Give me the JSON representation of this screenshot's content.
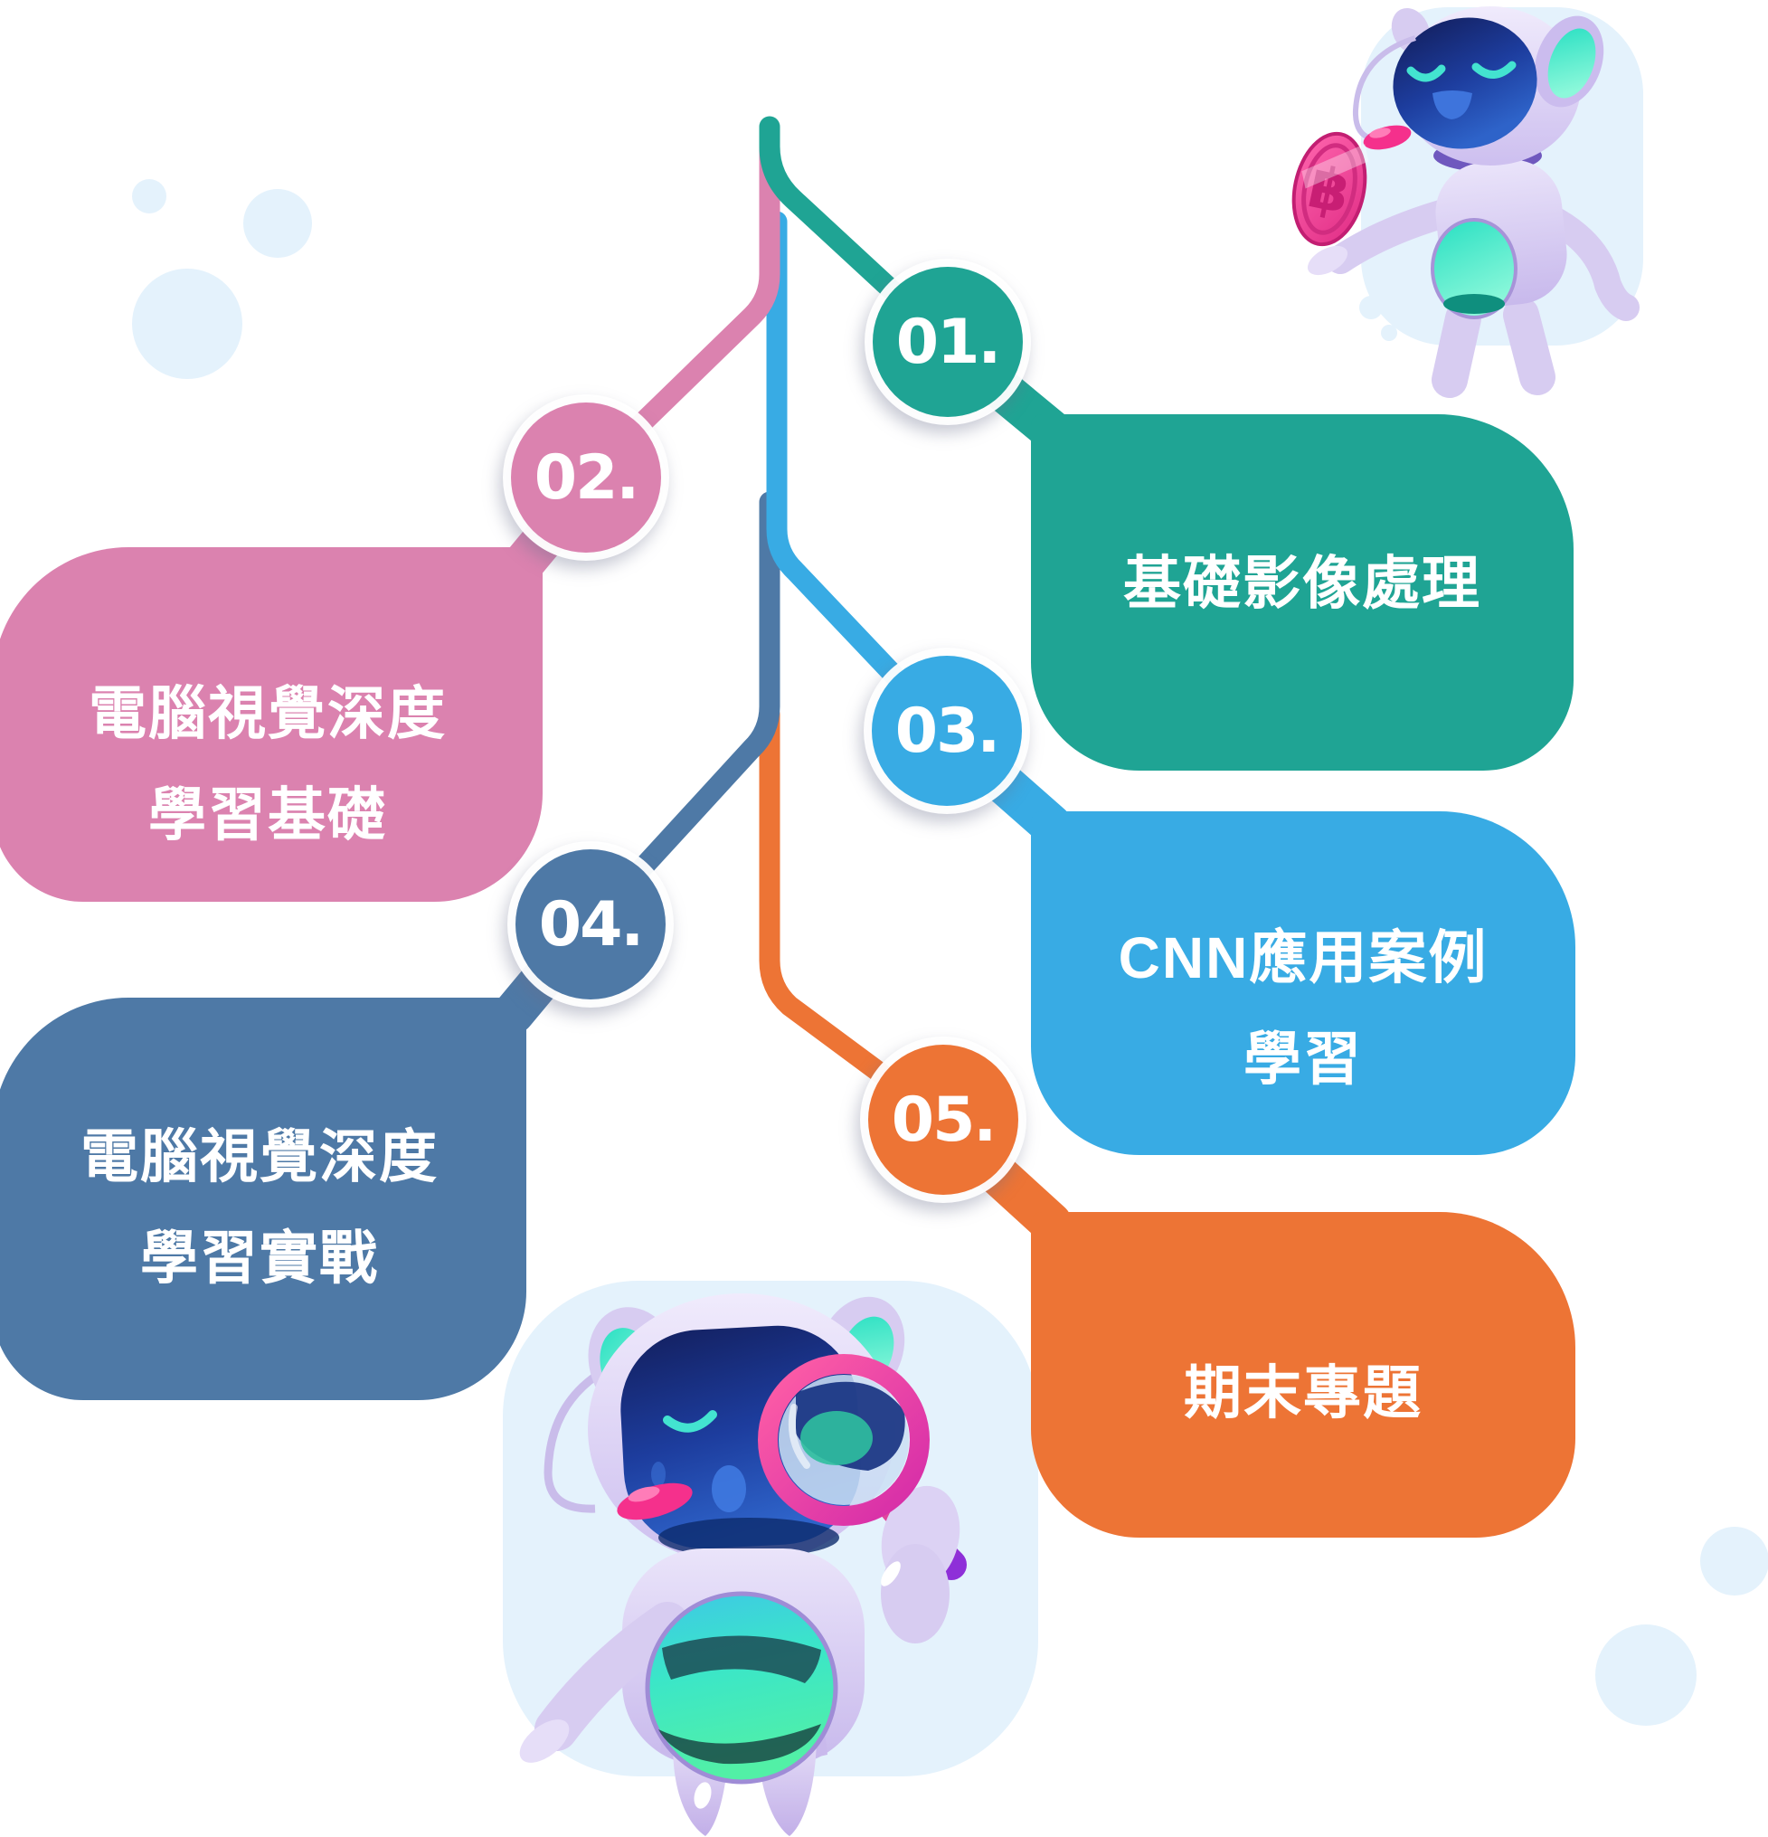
{
  "palette": {
    "teal": "#1FA494",
    "pink": "#DB82AF",
    "blue": "#38ABE4",
    "slate": "#4E79A6",
    "orange": "#ED7435",
    "blob_blue": "#E4F2FC",
    "text_white": "#FFFFFF"
  },
  "nodes": [
    {
      "number": "01.",
      "color": "#1FA494",
      "lines": [
        "基礎影像處理"
      ]
    },
    {
      "number": "02.",
      "color": "#DB82AF",
      "lines": [
        "電腦視覺深度",
        "學習基礎"
      ]
    },
    {
      "number": "03.",
      "color": "#38ABE4",
      "lines": [
        "CNN應用案例",
        "學習"
      ]
    },
    {
      "number": "04.",
      "color": "#4E79A6",
      "lines": [
        "電腦視覺深度",
        "學習實戰"
      ]
    },
    {
      "number": "05.",
      "color": "#ED7435",
      "lines": [
        "期末專題"
      ]
    }
  ],
  "mascots": {
    "top_right": {
      "name": "robot-holding-coin",
      "coin_symbol": "฿"
    },
    "bottom": {
      "name": "robot-with-magnifying-glass"
    }
  }
}
